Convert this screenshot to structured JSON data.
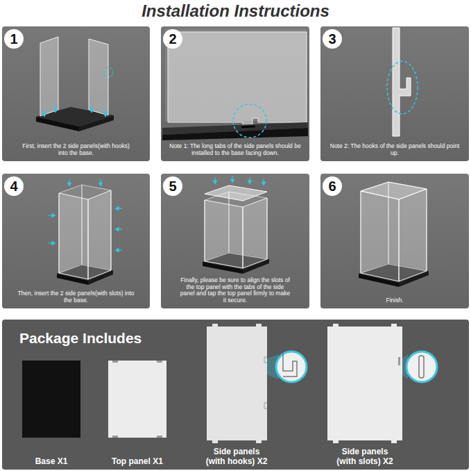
{
  "diagram": {
    "title": "Installation Instructions",
    "nodes": [
      {
        "text": [
          "First, insert the 2 side panels(with hooks) into the base."
        ]
      },
      {
        "text": [
          "1"
        ],
        "in": 0
      },
      {
        "text": [
          "Note 1: The long tabs of the side panels should be installed to the base facing down."
        ]
      },
      {
        "text": [
          "2"
        ],
        "in": 2
      },
      {
        "text": [
          "Note 2: The hooks of the side panels should point up."
        ]
      },
      {
        "text": [
          "3"
        ],
        "in": 4
      },
      {
        "text": [
          "Then, insert the 2 side panels(with slots) into the base."
        ]
      },
      {
        "text": [
          "4"
        ],
        "in": 6
      },
      {
        "text": [
          "Finally, please be sure to align the slots of the top panel with the tabs of the side panel and tap the top panel firmly to make it secure."
        ]
      },
      {
        "text": [
          "5"
        ],
        "in": 8
      },
      {
        "text": [
          "Finish."
        ]
      },
      {
        "text": [
          "6"
        ],
        "in": 10
      },
      {
        "text": [
          "Package Includes"
        ]
      },
      {
        "text": [
          "Base X1"
        ],
        "in": 12
      },
      {
        "text": [
          "Top panel X1"
        ],
        "in": 12
      },
      {
        "text": [
          "Side panels (with hooks) X2"
        ],
        "in": 12
      },
      {
        "text": [
          "Side panels (with slots) X2"
        ],
        "in": 12
      }
    ]
  }
}
